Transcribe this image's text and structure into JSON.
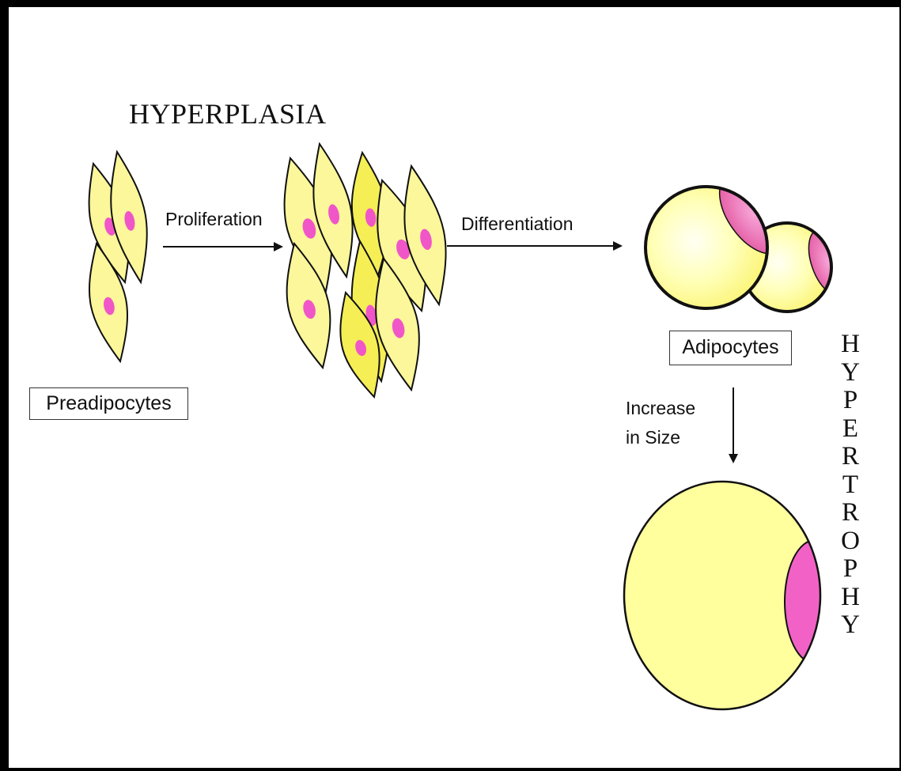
{
  "diagram": {
    "hyperplasia_title": "HYPERPLASIA",
    "proliferation_label": "Proliferation",
    "differentiation_label": "Differentiation",
    "increase_label_line1": "Increase",
    "increase_label_line2": "in Size",
    "preadipocytes_box": "Preadipocytes",
    "adipocytes_box": "Adipocytes",
    "hypertrophy_vertical": "HYPERTROPHY"
  },
  "colors": {
    "cell_fill": "#fbf79a",
    "cell_fill_bright": "#f5ee55",
    "nucleus": "#f056c8",
    "adipocyte_fill": "#ffff9e",
    "adipocyte_nucleus": "#ef6cb8",
    "large_nucleus": "#f262c6",
    "outline": "#111111"
  }
}
